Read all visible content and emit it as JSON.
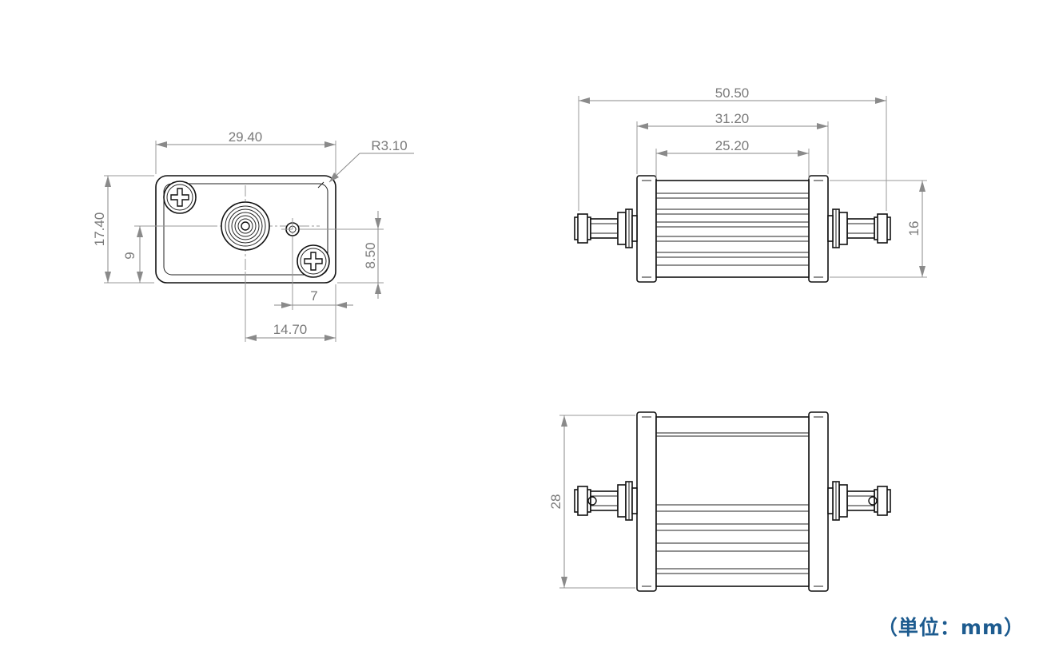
{
  "dimensions": {
    "front_width": "29.40",
    "front_radius": "R3.10",
    "front_height": "17.40",
    "front_connector_height": "9",
    "front_mount_height": "8.50",
    "front_mount_offset": "7",
    "front_connector_offset": "14.70",
    "side_overall_length": "50.50",
    "side_body_length": "31.20",
    "side_inner_length": "25.20",
    "side_height": "16",
    "bottom_depth": "28"
  },
  "units_label": "（単位：mm）",
  "colors": {
    "line": "#111111",
    "dimension": "#8a8a8a",
    "units_text": "#1d5b8f"
  }
}
